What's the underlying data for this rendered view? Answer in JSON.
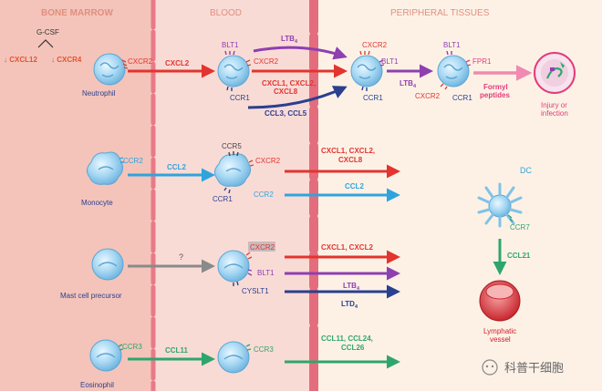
{
  "colors": {
    "marrow_bg": "#f5c7bd",
    "blood_bg": "#f9dad6",
    "tissue_bg": "#fdf0e4",
    "barrier": "#e87a88",
    "cell_fill": "#9fd2ef",
    "cell_stroke": "#5ba6d4",
    "header": "#e08f80",
    "red": "#e3342f",
    "purple": "#8e3fb0",
    "navy": "#2a3f8f",
    "blue": "#2fa4dc",
    "green": "#2ea66b",
    "gray": "#8a8a8a",
    "magenta": "#e23c7a",
    "pink": "#f08ab0",
    "dark": "#333333"
  },
  "headers": {
    "bone_marrow": "BONE MARROW",
    "blood": "BLOOD",
    "peripheral": "PERIPHERAL TISSUES"
  },
  "neutrophil": {
    "gcsf": "G-CSF",
    "cxcl12": "↓ CXCL12",
    "cxcr4": "↓ CXCR4",
    "name": "Neutrophil",
    "cxcr2": "CXCR2",
    "cxcl2": "CXCL2",
    "blood_blt1": "BLT1",
    "blood_cxcr2": "CXCR2",
    "blood_ccr1": "CCR1",
    "ltb4_main": "LTB",
    "ltb4_sub": "4",
    "cxcl_mix_1": "CXCL1, CXCL2,",
    "cxcl_mix_2": "CXCL8",
    "ccl3_5": "CCL3, CCL5",
    "t1_cxcr2": "CXCR2",
    "t1_blt1": "BLT1",
    "t1_ccr1": "CCR1",
    "ltb4b_main": "LTB",
    "ltb4b_sub": "4",
    "t2_blt1": "BLT1",
    "t2_fpr1": "FPR1",
    "t2_cxcr2": "CXCR2",
    "t2_ccr1": "CCR1",
    "formyl_1": "Formyl",
    "formyl_2": "peptides",
    "injury_1": "Injury or",
    "injury_2": "infection"
  },
  "monocyte": {
    "ccr2": "CCR2",
    "name": "Monocyte",
    "ccl2": "CCL2",
    "blood_ccr5": "CCR5",
    "blood_cxcr2": "CXCR2",
    "blood_ccr1": "CCR1",
    "blood_ccr2": "CCR2",
    "mix_1": "CXCL1, CXCL2,",
    "mix_2": "CXCL8",
    "ccl2_t": "CCL2"
  },
  "dc": {
    "name": "DC",
    "ccr7": "CCR7",
    "ccl21": "CCL21",
    "vessel_1": "Lymphatic",
    "vessel_2": "vessel"
  },
  "mast": {
    "name": "Mast cell precursor",
    "question": "?",
    "cxcr2": "CXCR2",
    "blt1": "BLT1",
    "cysl": "CYSLT1",
    "mix": "CXCL1, CXCL2",
    "ltb4_main": "LTB",
    "ltb4_sub": "4",
    "ltd4_main": "LTD",
    "ltd4_sub": "4"
  },
  "eosinophil": {
    "ccr3": "CCR3",
    "name": "Eosinophil",
    "ccl11": "CCL11",
    "blood_ccr3": "CCR3",
    "mix_1": "CCL11, CCL24,",
    "mix_2": "CCL26"
  },
  "watermark": "科普干细胞"
}
